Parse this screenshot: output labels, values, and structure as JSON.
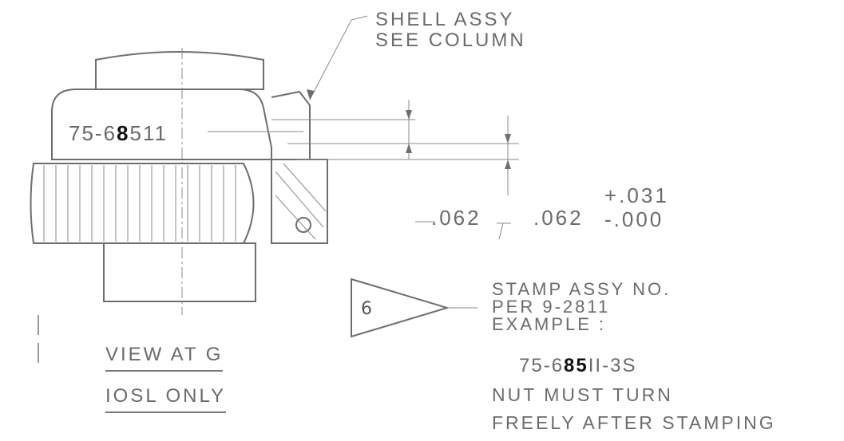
{
  "callout_shell": {
    "line1": "SHELL ASSY",
    "line2": "SEE COLUMN"
  },
  "part_marking": {
    "prefix": "75-6",
    "bold": "8",
    "suffix": "511"
  },
  "dimensions": {
    "left": ".062",
    "right": ".062",
    "tol_plus": "+.031",
    "tol_minus": "-.000"
  },
  "flag_note": {
    "number": "6"
  },
  "stamp_note": {
    "line1": "STAMP ASSY NO.",
    "line2": "PER 9-2811",
    "line3": "EXAMPLE :",
    "example_prefix": "75-6",
    "example_bold": "8",
    "example_mid": "5",
    "example_suffix": "II-3S",
    "line5": "NUT MUST TURN",
    "line6": "FREELY AFTER STAMPING"
  },
  "view_label": {
    "line1": "VIEW AT G",
    "line2": "IOSL ONLY"
  }
}
